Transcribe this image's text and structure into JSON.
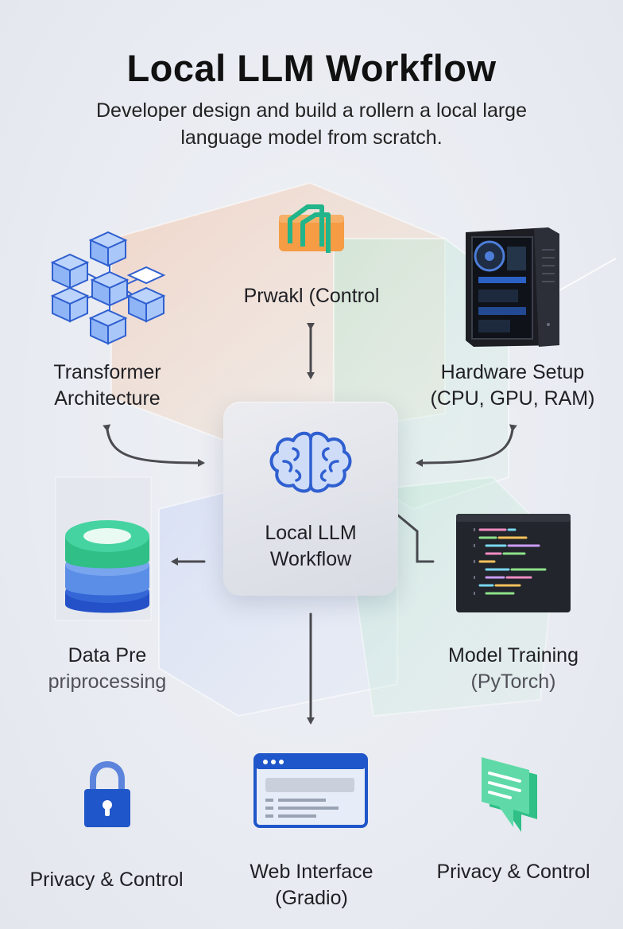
{
  "header": {
    "title": "Local LLM Workflow",
    "subtitle_line1": "Developer design and build a rollern a local large",
    "subtitle_line2": "language model from scratch."
  },
  "nodes": {
    "top": {
      "label": "Prwakl (Control"
    },
    "transformer": {
      "line1": "Transformer",
      "line2": "Architecture"
    },
    "hardware": {
      "line1": "Hardware Setup",
      "line2": "(CPU, GPU, RAM)"
    },
    "center": {
      "line1": "Local LLM",
      "line2": "Workflow"
    },
    "data": {
      "line1": "Data Pre",
      "line2": "priprocessing"
    },
    "training": {
      "line1": "Model Training",
      "line2": "(PyTorch)"
    },
    "privacy_left": {
      "label": "Privacy & Control"
    },
    "web": {
      "line1": "Web Interface",
      "line2": "(Gradio)"
    },
    "privacy_right": {
      "label": "Privacy & Control"
    }
  },
  "icons": {
    "top": "orange-box-icon",
    "transformer": "cube-network-icon",
    "hardware": "pc-tower-icon",
    "center": "brain-icon",
    "data": "database-icon",
    "training": "code-editor-icon",
    "privacy_left": "padlock-icon",
    "web": "browser-window-icon",
    "privacy_right": "chat-bubble-icon"
  },
  "colors": {
    "arrow": "#4a4a4f",
    "brain": "#2f5fd0",
    "db_top": "#46d3a2",
    "db_mid": "#5b8ee6",
    "db_bottom": "#2450c8",
    "lock": "#1f56c9",
    "chat": "#2fbf87",
    "code_bg": "#22252c",
    "orange": "#f59c45",
    "teal": "#22b48a"
  }
}
